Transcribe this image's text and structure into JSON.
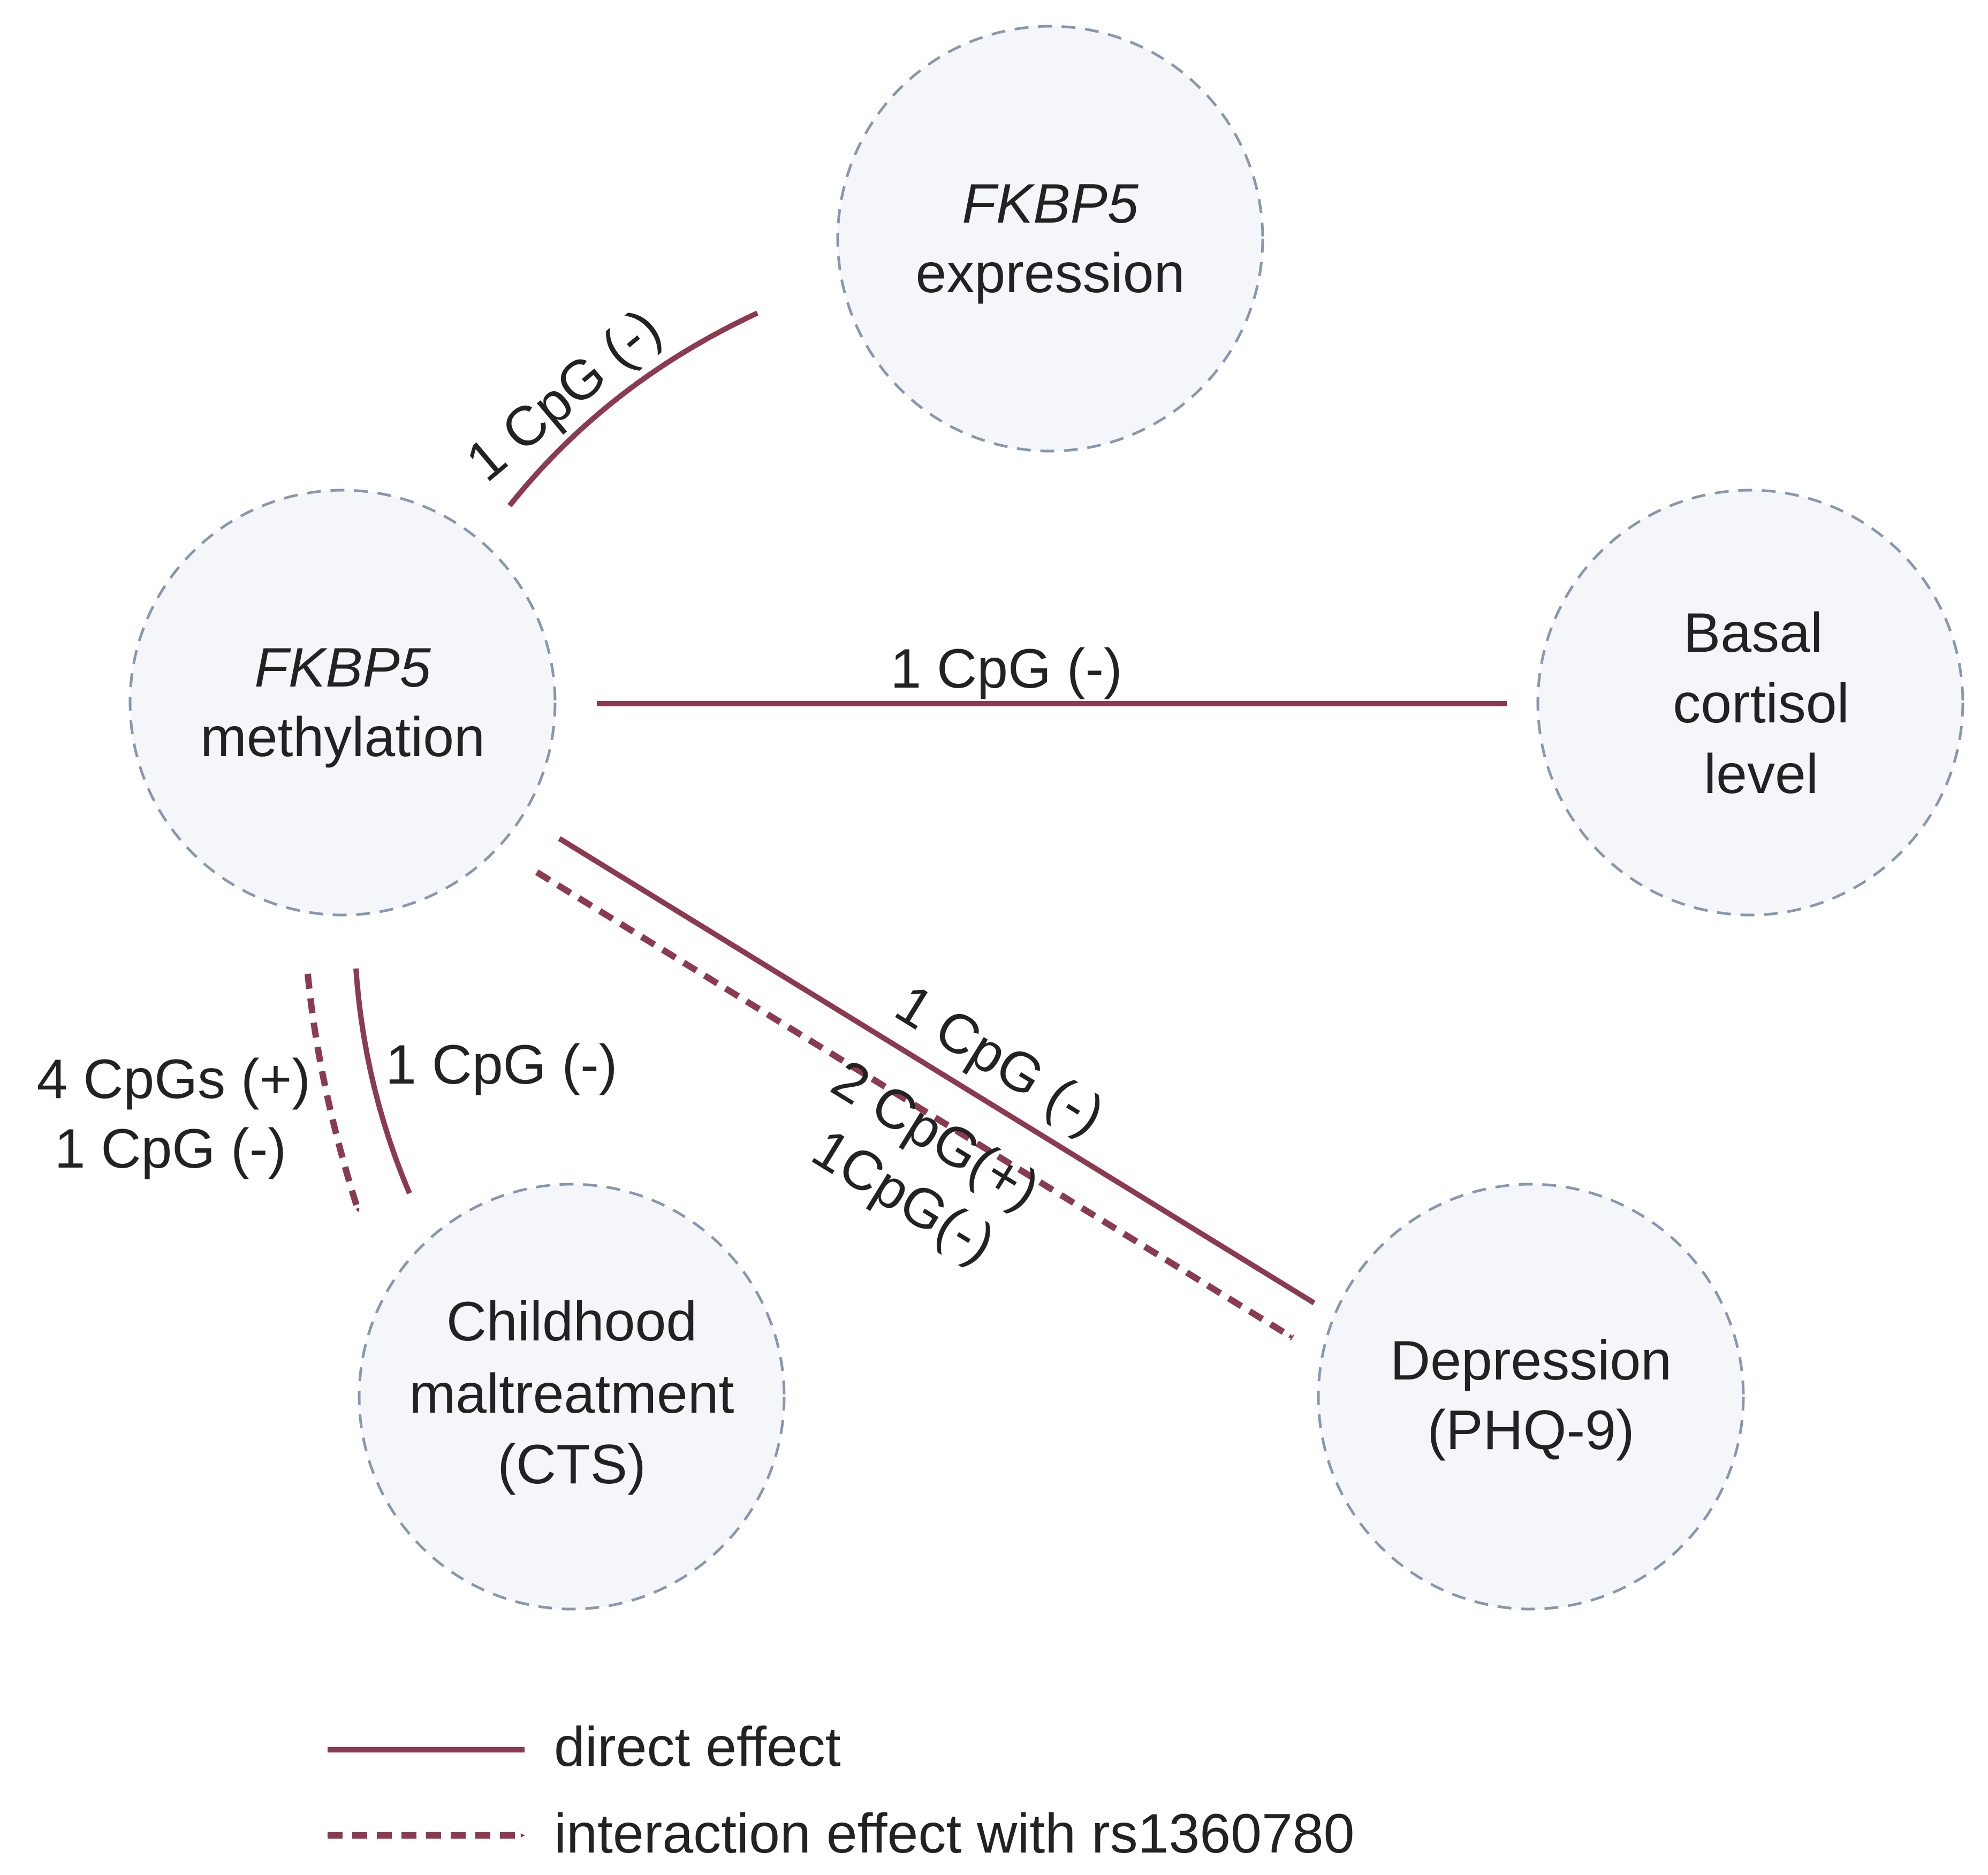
{
  "colors": {
    "arrow": "#8b3a50",
    "node_fill": "#f4f6f9",
    "node_stroke": "#8a96ad",
    "text": "#222222"
  },
  "nodes": {
    "fkbp5_expression": {
      "line1": "FKBP5",
      "line2": "expression"
    },
    "fkbp5_methylation": {
      "line1": "FKBP5",
      "line2": "methylation"
    },
    "basal_cortisol": {
      "line1": "Basal",
      "line2": "cortisol",
      "line3": "level"
    },
    "childhood_maltreatment": {
      "line1": "Childhood",
      "line2": "maltreatment",
      "line3": "(CTS)"
    },
    "depression": {
      "line1": "Depression",
      "line2": "(PHQ-9)"
    }
  },
  "edges": {
    "methylation_expression": {
      "type": "direct",
      "label": "1 CpG (-)"
    },
    "methylation_cortisol": {
      "type": "direct",
      "label": "1 CpG (-)"
    },
    "methylation_maltreatment_direct": {
      "type": "direct",
      "label": "1 CpG (-)"
    },
    "methylation_maltreatment_interaction": {
      "type": "interaction",
      "label_line1": "4 CpGs (+)",
      "label_line2": "1 CpG (-)"
    },
    "methylation_depression_direct": {
      "type": "direct",
      "label": "1 CpG (-)"
    },
    "methylation_depression_interaction": {
      "type": "interaction",
      "label_line1": "2 CpG(+)",
      "label_line2": "1CpG(-)"
    }
  },
  "legend": {
    "direct": "direct effect",
    "interaction": "interaction effect with rs1360780"
  }
}
